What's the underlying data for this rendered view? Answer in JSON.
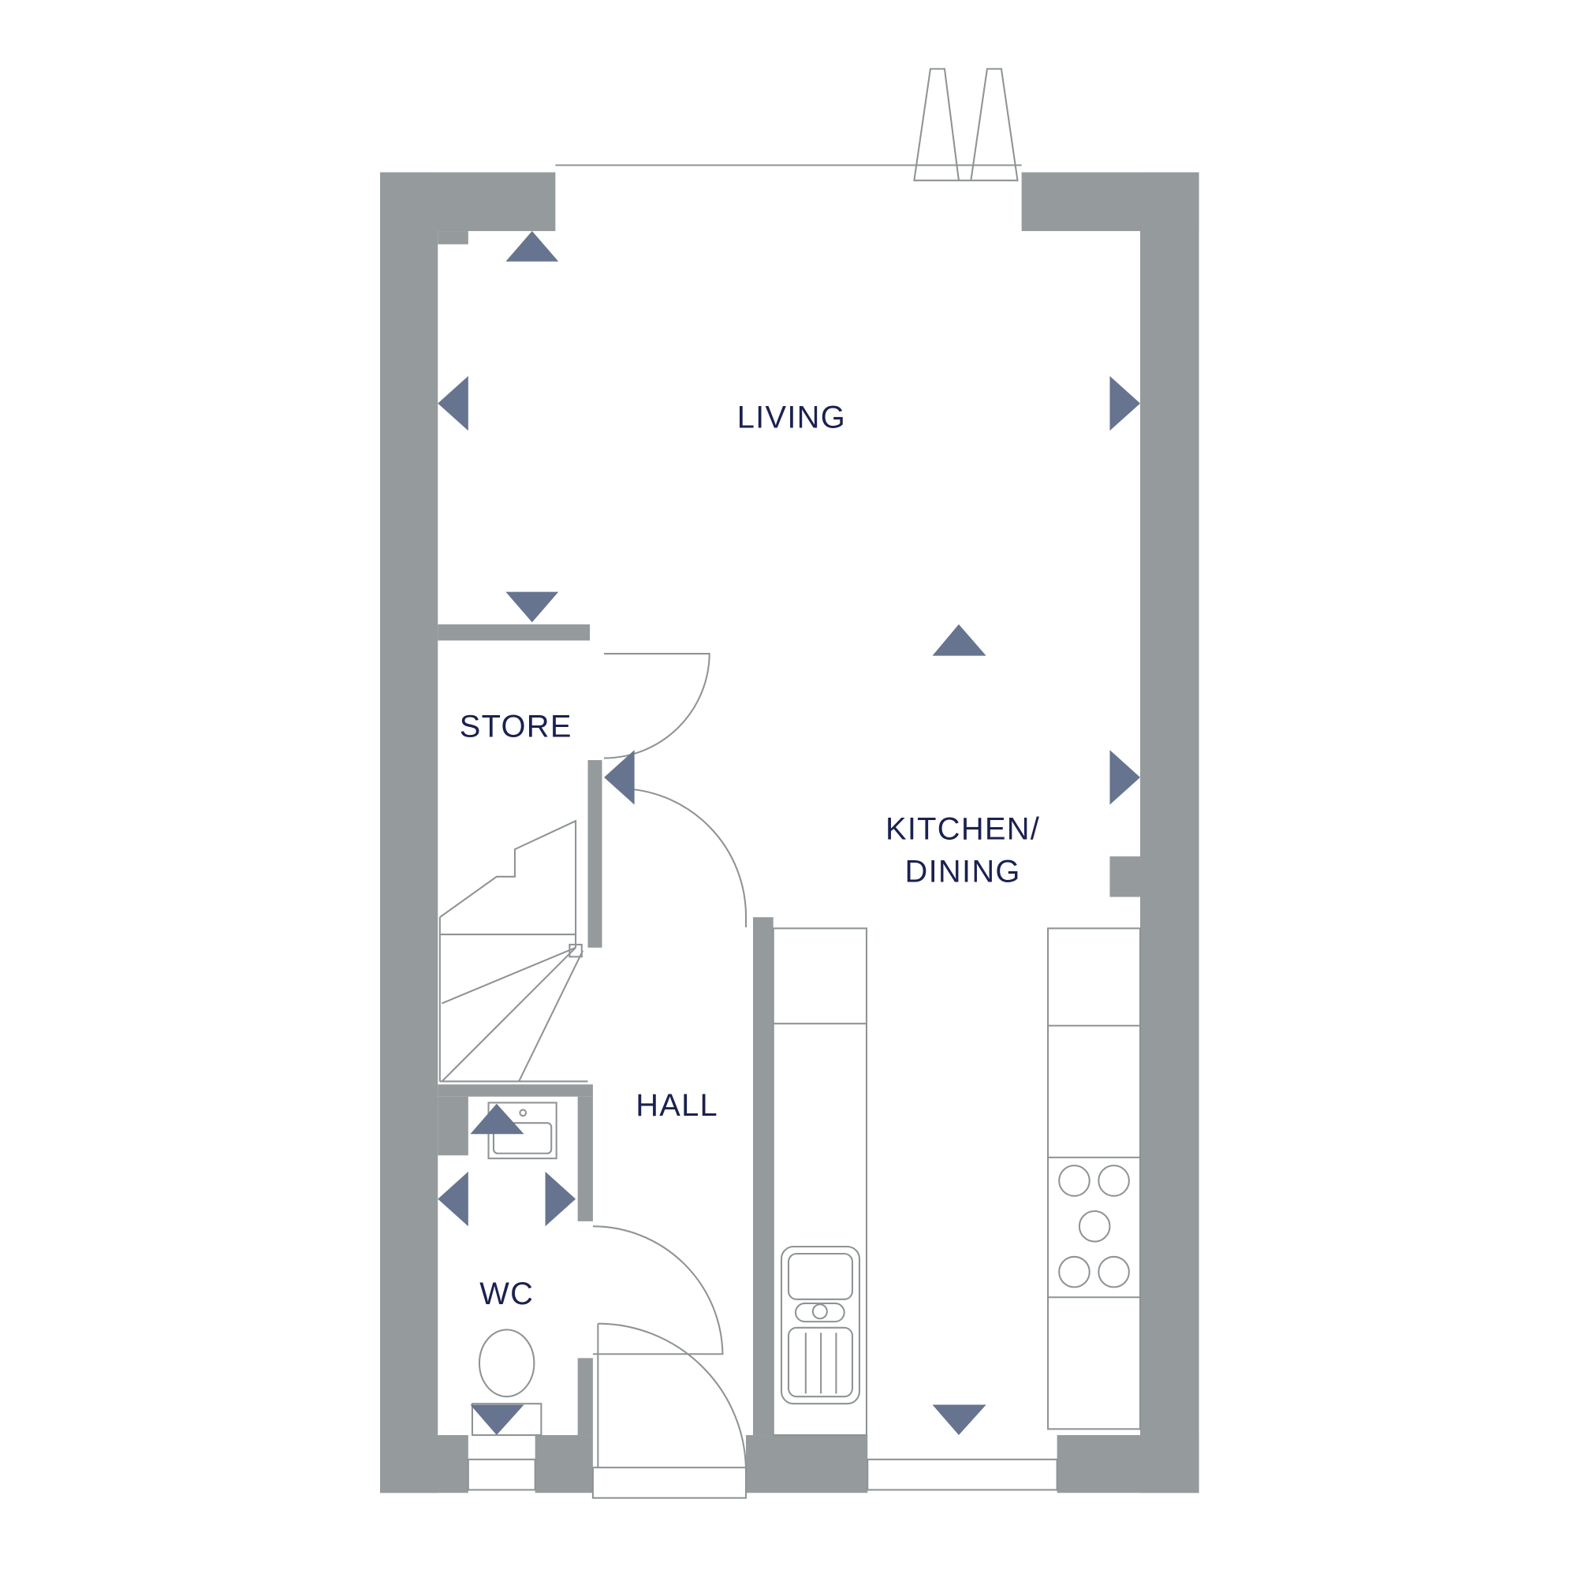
{
  "rooms": {
    "living": "LIVING",
    "store": "STORE",
    "kitchen_line1": "KITCHEN/",
    "kitchen_line2": "DINING",
    "hall": "HALL",
    "wc": "WC"
  },
  "colors": {
    "wall": "#959a9c",
    "arrow": "#66748f",
    "text": "#1b2150"
  }
}
